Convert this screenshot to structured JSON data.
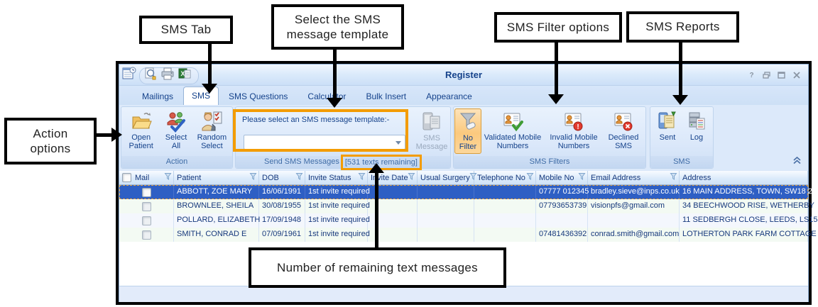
{
  "annotations": {
    "sms_tab": "SMS Tab",
    "template": "Select the SMS message template",
    "filters": "SMS Filter options",
    "reports": "SMS Reports",
    "action": "Action options",
    "remaining": "Number of remaining text messages"
  },
  "window": {
    "title": "Register",
    "toolbar_icons": [
      "register-form-icon",
      "print-preview-icon",
      "print-icon",
      "export-excel-icon"
    ],
    "window_icons": [
      "help-icon",
      "restore-icon",
      "maximize-icon",
      "close-icon"
    ],
    "tabs": [
      "Mailings",
      "SMS",
      "SMS Questions",
      "Calculator",
      "Bulk Insert",
      "Appearance"
    ],
    "active_tab": "SMS",
    "ribbon": {
      "action": {
        "caption": "Action",
        "buttons": [
          "Open Patient",
          "Select All",
          "Random Select"
        ]
      },
      "send": {
        "caption": "Send SMS Messages",
        "remaining": "[531 texts remaining]",
        "template_label": "Please select an SMS message template:-",
        "template_value": "",
        "message_button": "SMS Message"
      },
      "filters": {
        "caption": "SMS Filters",
        "selected": "No Filter",
        "buttons": [
          "No Filter",
          "Validated Mobile Numbers",
          "Invalid Mobile Numbers",
          "Declined SMS"
        ]
      },
      "sms": {
        "caption": "SMS",
        "buttons": [
          "Sent",
          "Log"
        ]
      }
    },
    "table": {
      "columns": [
        "Mail",
        "Patient",
        "DOB",
        "Invite Status",
        "Invite Date",
        "Usual Surgery",
        "Telephone No",
        "Mobile No",
        "Email Address",
        "Address"
      ],
      "rows": [
        {
          "selected": true,
          "checked": false,
          "patient": "ABBOTT, ZOE MARY",
          "dob": "16/06/1991",
          "invite_status": "1st invite required",
          "invite_date": "",
          "usual_surgery": "",
          "telephone_no": "",
          "mobile_no": "07777 012345",
          "email": "bradley.sieve@inps.co.uk",
          "address": "16 MAIN ADDRESS, TOWN, SW18 2"
        },
        {
          "selected": false,
          "checked": false,
          "patient": "BROWNLEE, SHEILA",
          "dob": "30/08/1955",
          "invite_status": "1st invite required",
          "invite_date": "",
          "usual_surgery": "",
          "telephone_no": "",
          "mobile_no": "07793653739",
          "email": "visionpfs@gmail.com",
          "address": "34 BEECHWOOD RISE, WETHERBY"
        },
        {
          "selected": false,
          "checked": false,
          "patient": "POLLARD, ELIZABETH",
          "dob": "17/09/1948",
          "invite_status": "1st invite required",
          "invite_date": "",
          "usual_surgery": "",
          "telephone_no": "",
          "mobile_no": "",
          "email": "",
          "address": "11 SEDBERGH CLOSE, LEEDS, LS15"
        },
        {
          "selected": false,
          "checked": false,
          "patient": "SMITH, CONRAD E",
          "dob": "07/09/1961",
          "invite_status": "1st invite required",
          "invite_date": "",
          "usual_surgery": "",
          "telephone_no": "",
          "mobile_no": "07481436392",
          "email": "conrad.smith@gmail.com",
          "address": "LOTHERTON PARK FARM COTTAGE"
        }
      ]
    }
  },
  "colors": {
    "accent_orange": "#f39c00",
    "selection_blue": "#2e5fc4",
    "title_text": "#15428b"
  }
}
